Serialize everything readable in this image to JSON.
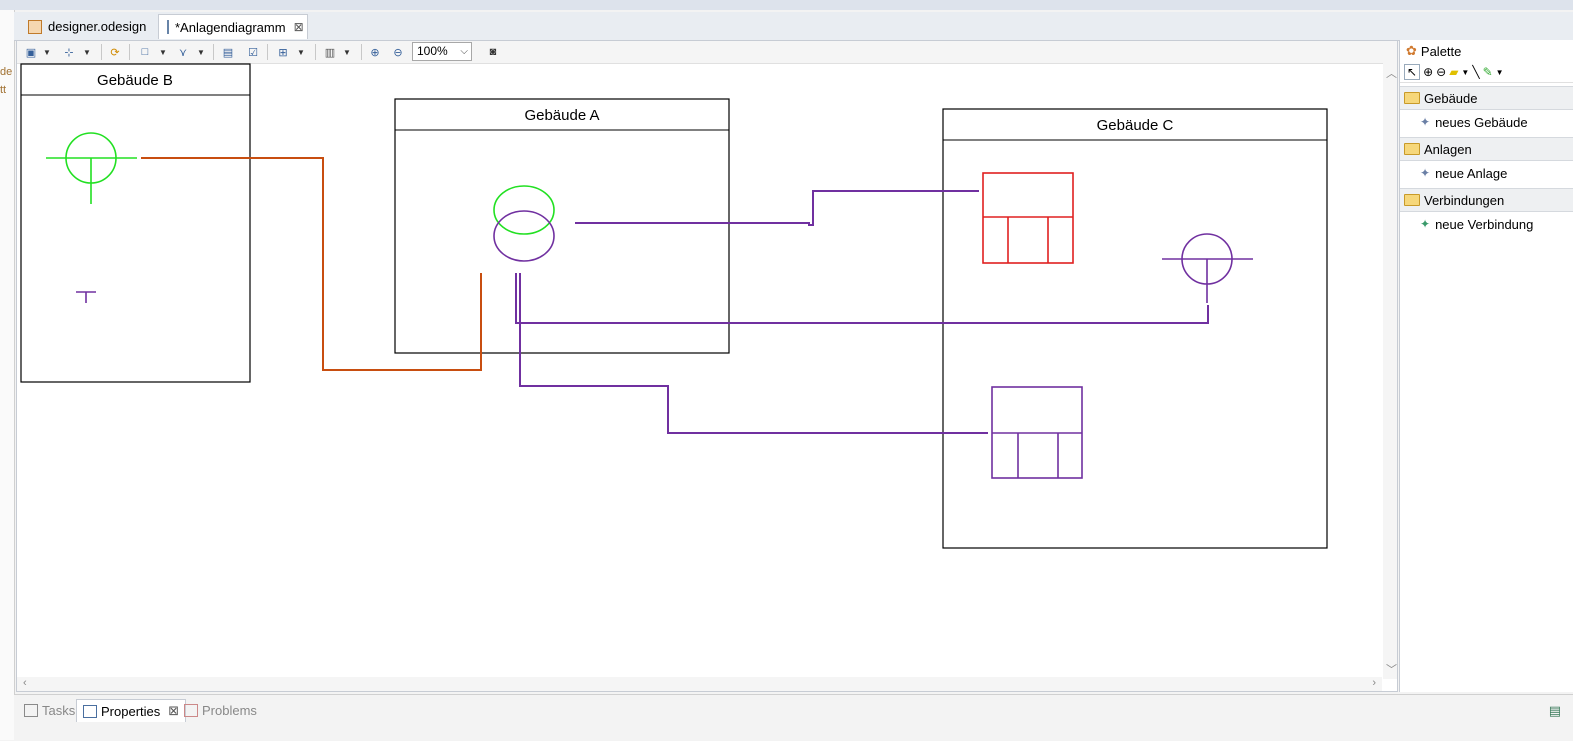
{
  "gutter_fragments": [
    "de",
    "tt"
  ],
  "tabs": [
    {
      "label": "designer.odesign",
      "icon": "odesign-file-icon",
      "active": false
    },
    {
      "label": "*Anlagendiagramm",
      "icon": "diagram-icon",
      "active": true,
      "close": "⊠"
    }
  ],
  "toolbar": {
    "zoom": "100%"
  },
  "diagram": {
    "buildings": [
      {
        "id": "b",
        "name": "Gebäude B"
      },
      {
        "id": "a",
        "name": "Gebäude A"
      },
      {
        "id": "c",
        "name": "Gebäude C"
      }
    ],
    "colors": {
      "green": "#22e022",
      "purple": "#7030a0",
      "red": "#e02020",
      "orange": "#c84e10"
    }
  },
  "palette": {
    "title": "Palette",
    "drawers": [
      {
        "label": "Gebäude",
        "entries": [
          "neues Gebäude"
        ]
      },
      {
        "label": "Anlagen",
        "entries": [
          "neue Anlage"
        ]
      },
      {
        "label": "Verbindungen",
        "entries": [
          "neue Verbindung"
        ]
      }
    ]
  },
  "bottom_tabs": [
    {
      "label": "Tasks",
      "active": false
    },
    {
      "label": "Properties",
      "active": true,
      "close": "⊠"
    },
    {
      "label": "Problems",
      "active": false
    }
  ]
}
